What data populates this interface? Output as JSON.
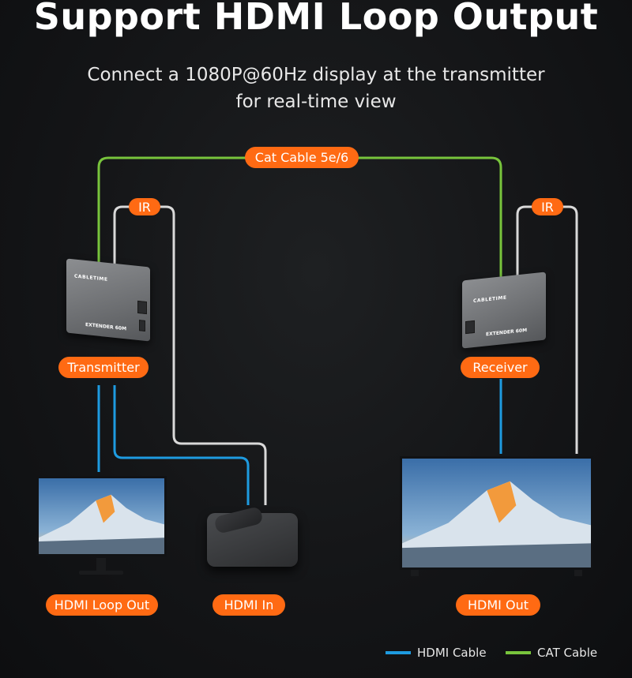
{
  "header": {
    "title": "Support HDMI Loop Output",
    "subtitle_line1": "Connect a 1080P@60Hz display at the transmitter",
    "subtitle_line2": "for real-time view"
  },
  "labels": {
    "cat_cable": "Cat Cable 5e/6",
    "ir_left": "IR",
    "ir_right": "IR",
    "transmitter": "Transmitter",
    "receiver": "Receiver",
    "hdmi_loop_out": "HDMI Loop Out",
    "hdmi_in": "HDMI In",
    "hdmi_out": "HDMI Out"
  },
  "devices": {
    "brand": "CABLETIME",
    "tx_model": "EXTENDER 60M",
    "rx_model": "EXTENDER 60M"
  },
  "legend": {
    "hdmi_label": "HDMI Cable",
    "cat_label": "CAT Cable"
  },
  "colors": {
    "accent_orange": "#ff6a13",
    "hdmi_blue": "#1e9be0",
    "cat_green": "#78c43c",
    "ir_gray": "#d9d9d9"
  }
}
